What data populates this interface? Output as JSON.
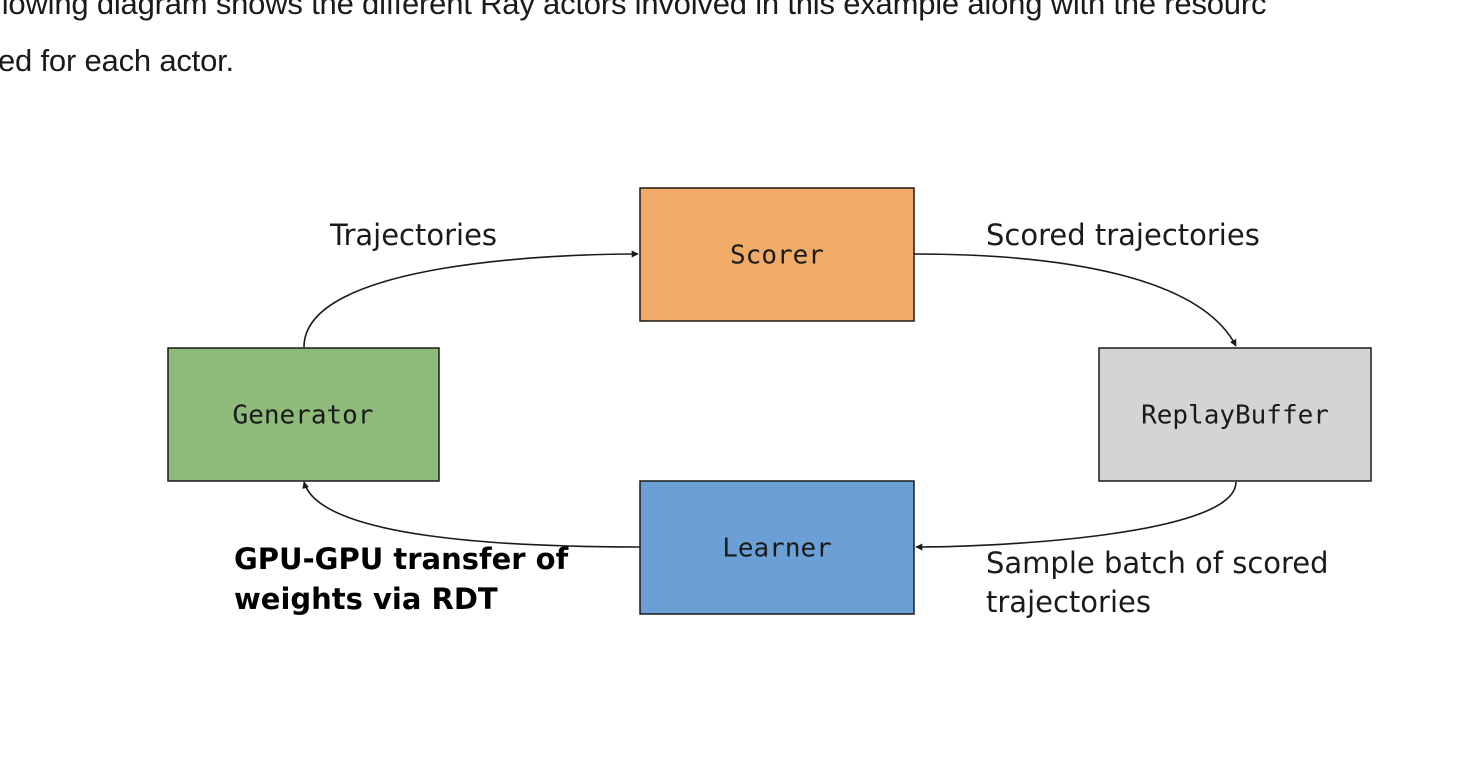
{
  "prose": {
    "line1": "ollowing diagram shows the different Ray actors involved in this example along with the resourc",
    "line2": "ed for each actor."
  },
  "diagram": {
    "nodes": {
      "scorer": {
        "label": "Scorer",
        "color": "#f0ab69"
      },
      "generator": {
        "label": "Generator",
        "color": "#8fbb7a"
      },
      "replay_buffer": {
        "label": "ReplayBuffer",
        "color": "#d4d4d4"
      },
      "learner": {
        "label": "Learner",
        "color": "#6aa0d6"
      }
    },
    "edges": {
      "trajectories": {
        "label": "Trajectories"
      },
      "scored_trajectories": {
        "label": "Scored trajectories"
      },
      "sample_batch": {
        "line1": "Sample batch of scored",
        "line2": "trajectories"
      },
      "weights_transfer": {
        "line1": "GPU-GPU transfer of",
        "line2": "weights via RDT"
      }
    }
  }
}
